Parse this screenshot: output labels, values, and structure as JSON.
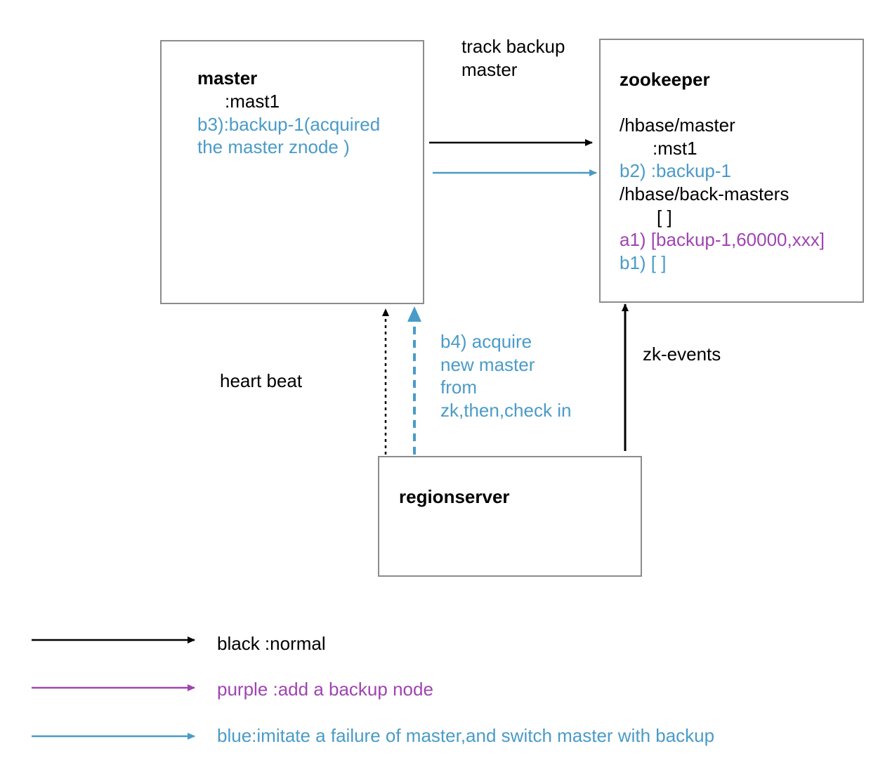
{
  "colors": {
    "black": "#000000",
    "purple": "#a044b2",
    "blue": "#4a9bc7",
    "box_border": "#8c8c8c"
  },
  "master": {
    "title": "master",
    "line1": ":mast1",
    "blue_line1": "b3):backup-1(acquired",
    "blue_line2": "the master znode )"
  },
  "zookeeper": {
    "title": "zookeeper",
    "path_master": "/hbase/master",
    "mst1": ":mst1",
    "b2": "b2) :backup-1",
    "path_backup": "/hbase/back-masters",
    "empty": "[ ]",
    "a1": "a1)  [backup-1,60000,xxx]",
    "b1": "b1)  [ ]"
  },
  "regionserver": {
    "title": "regionserver"
  },
  "labels": {
    "track_line1": "track  backup",
    "track_line2": "master",
    "heart_beat": "heart beat",
    "zk_events": "zk-events",
    "b4_line1": "b4)  acquire",
    "b4_line2": "new master",
    "b4_line3": "from",
    "b4_line4": "zk,then,check in"
  },
  "legend": {
    "black": "black :normal",
    "purple": "purple :add a backup node",
    "blue": "blue:imitate a failure of master,and switch master with backup"
  }
}
